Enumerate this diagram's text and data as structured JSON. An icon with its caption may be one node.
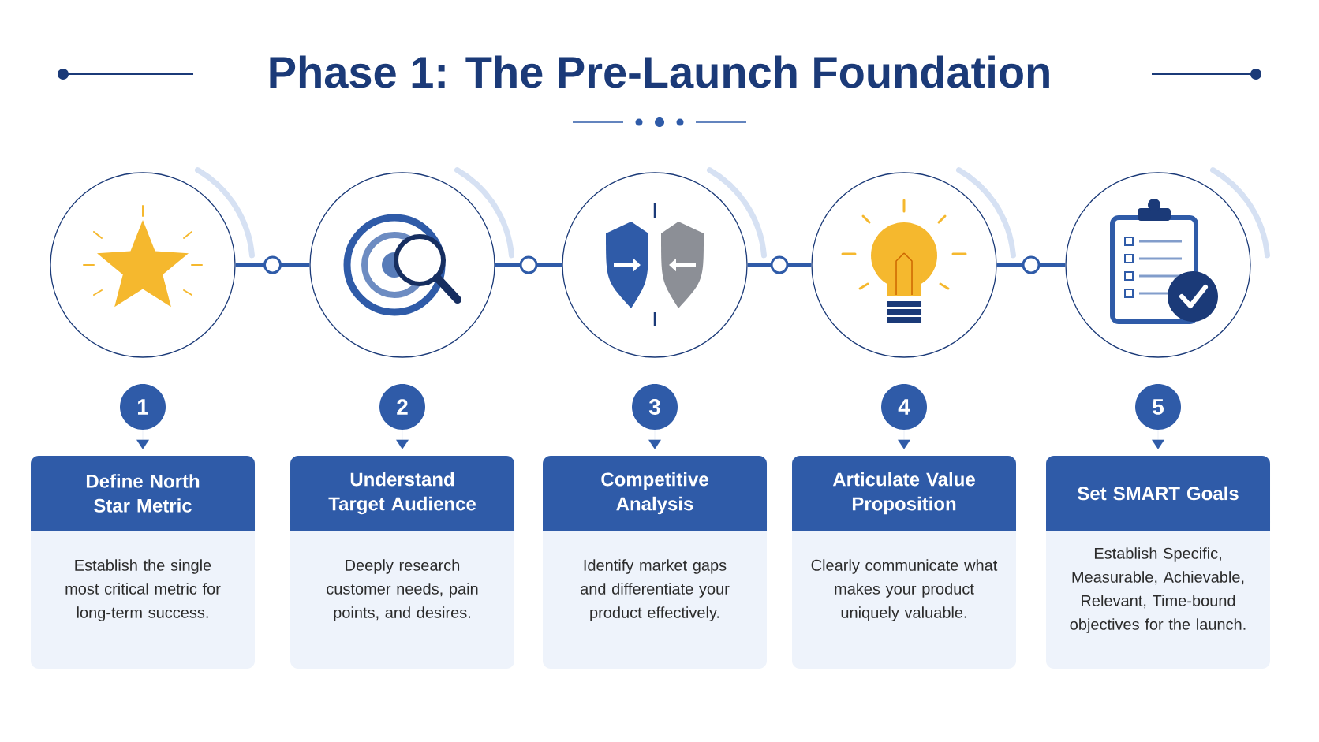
{
  "diagram": {
    "title": "Phase 1: The Pre-Launch Foundation",
    "nodes": [
      {
        "text": [],
        "shape": "circle"
      },
      {
        "text": [],
        "shape": "circle"
      },
      {
        "text": [],
        "shape": "circle"
      },
      {
        "text": [],
        "shape": "circle"
      },
      {
        "text": [],
        "shape": "circle"
      },
      {
        "text": [
          "1"
        ]
      },
      {
        "text": [
          "2"
        ]
      },
      {
        "text": [
          "3"
        ]
      },
      {
        "text": [
          "4"
        ]
      },
      {
        "text": [
          "5"
        ]
      },
      {
        "text": [
          "Define North Star Metric",
          "Establish the single most critical metric for long-term success."
        ]
      },
      {
        "text": [
          "Understand Target Audience",
          "Deeply research customer needs, pain points, and desires."
        ]
      },
      {
        "text": [
          "Competitive Analysis",
          "Identify market gaps and differentiate your product effectively."
        ]
      },
      {
        "text": [
          "Articulate Value Proposition",
          "Clearly communicate what makes your product uniquely valuable."
        ]
      },
      {
        "text": [
          "Set SMART Goals",
          "Establish Specific, Measurable, Achievable, Relevant, Time-bound objectives for the launch."
        ]
      }
    ],
    "edges": [
      {
        "from": 0,
        "to": 1,
        "arrow": "none",
        "style": "thick"
      },
      {
        "from": 1,
        "to": 2,
        "arrow": "none",
        "style": "thick"
      },
      {
        "from": 2,
        "to": 3,
        "arrow": "none",
        "style": "thick"
      },
      {
        "from": 3,
        "to": 4,
        "arrow": "none",
        "style": "thick"
      },
      {
        "from": 5,
        "to": 10,
        "arrow": "to"
      },
      {
        "from": 6,
        "to": 11,
        "arrow": "to"
      },
      {
        "from": 7,
        "to": 12,
        "arrow": "to"
      },
      {
        "from": 8,
        "to": 13,
        "arrow": "to"
      },
      {
        "from": 9,
        "to": 14,
        "arrow": "to"
      }
    ]
  }
}
